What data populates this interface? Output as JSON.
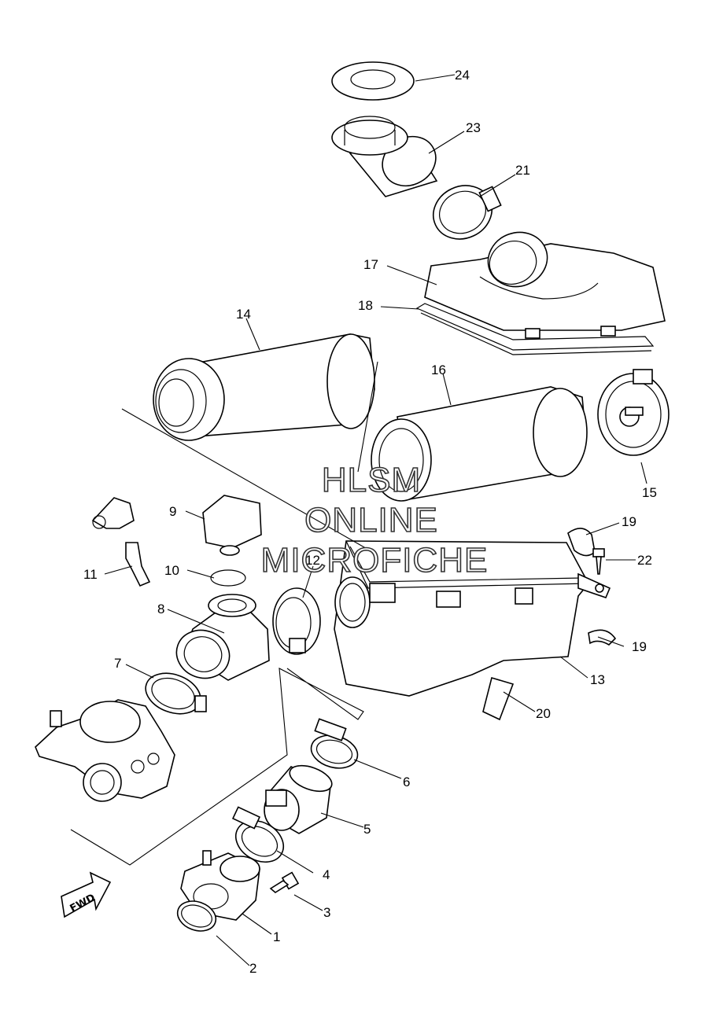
{
  "watermark": {
    "line1": "HLSM",
    "line2": "ONLINE",
    "line3": "MICROFICHE"
  },
  "direction_badge": "FWD",
  "callouts": {
    "c1": "1",
    "c2": "2",
    "c3": "3",
    "c4": "4",
    "c5": "5",
    "c6": "6",
    "c7": "7",
    "c8": "8",
    "c9": "9",
    "c10": "10",
    "c11": "11",
    "c12": "12",
    "c13": "13",
    "c14": "14",
    "c15": "15",
    "c16": "16",
    "c17": "17",
    "c18": "18",
    "c19a": "19",
    "c19b": "19",
    "c20": "20",
    "c21": "21",
    "c22": "22",
    "c23": "23",
    "c24": "24"
  }
}
